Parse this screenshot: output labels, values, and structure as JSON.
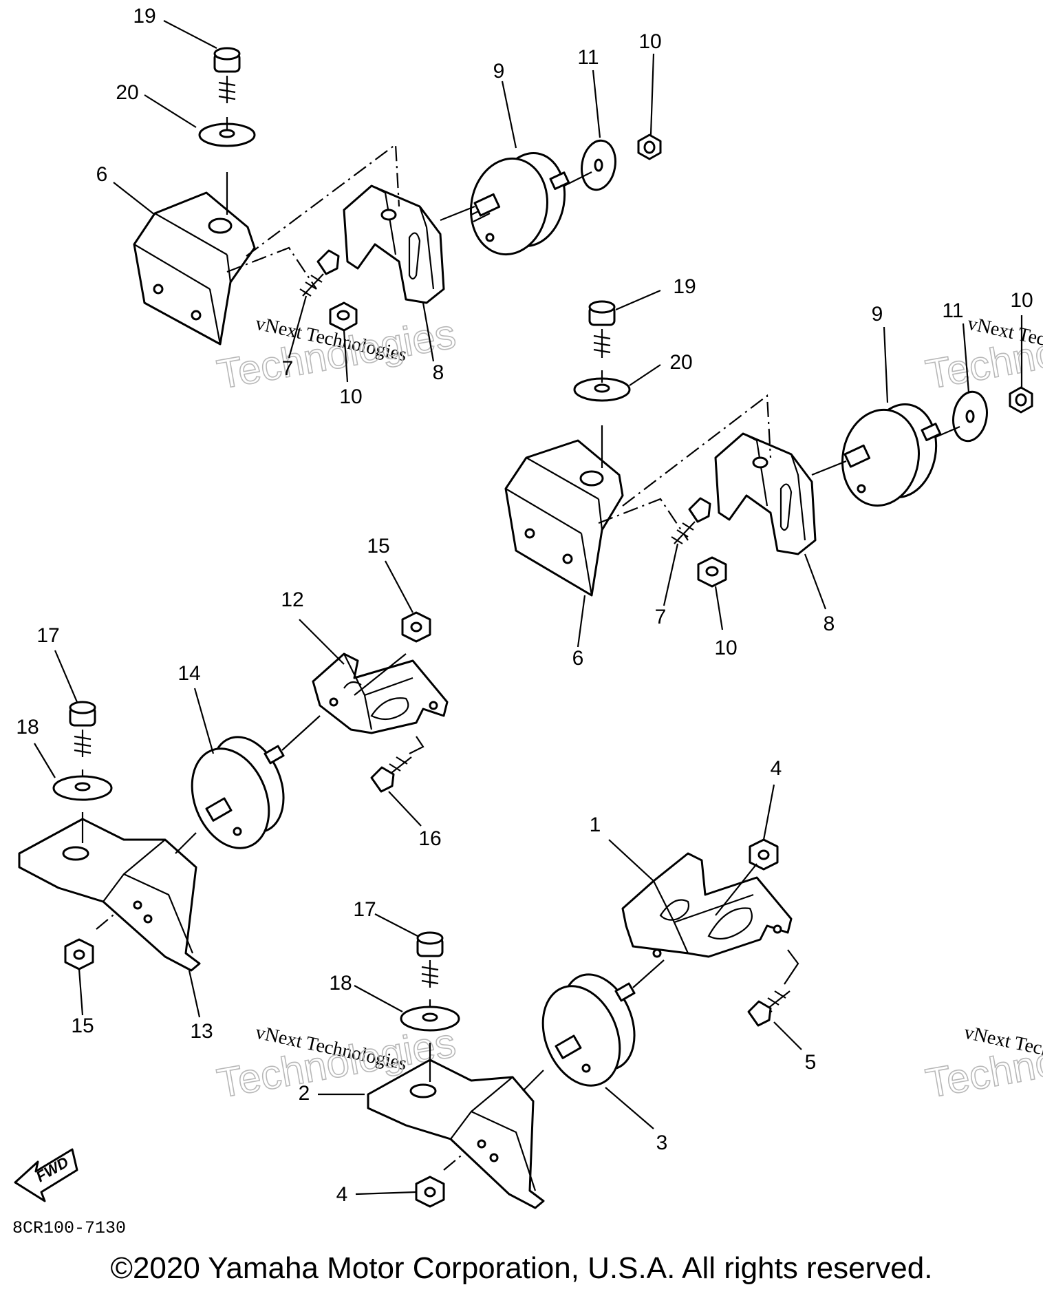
{
  "callouts": {
    "c01": "19",
    "c02": "20",
    "c03": "6",
    "c04": "9",
    "c05": "11",
    "c06": "10",
    "c07": "7",
    "c08": "10",
    "c09": "8",
    "c10": "19",
    "c11": "20",
    "c12": "9",
    "c13": "11",
    "c14": "10",
    "c15": "7",
    "c16": "10",
    "c17": "8",
    "c18": "6",
    "c19": "15",
    "c20": "12",
    "c21": "17",
    "c22": "14",
    "c23": "18",
    "c24": "16",
    "c25": "15",
    "c26": "13",
    "c27": "4",
    "c28": "1",
    "c29": "17",
    "c30": "18",
    "c31": "2",
    "c32": "5",
    "c33": "3",
    "c34": "4"
  },
  "watermark": {
    "line1": "vNext Technologies",
    "line2": "Technologies"
  },
  "fwd_label": "FWD",
  "diagram_code": "8CR100-7130",
  "copyright": "©2020 Yamaha Motor Corporation, U.S.A. All rights reserved."
}
